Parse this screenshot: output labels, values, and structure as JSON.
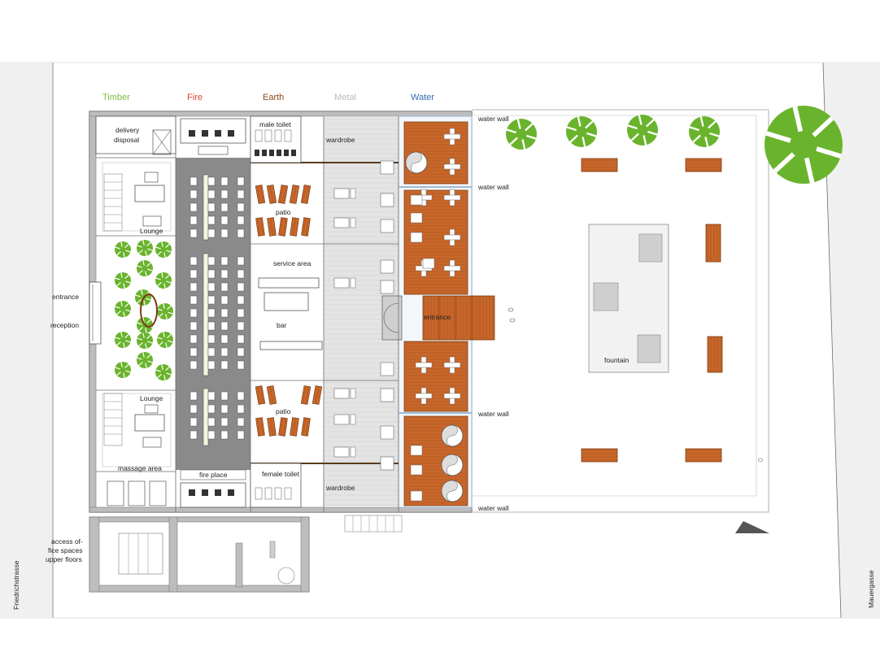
{
  "colors": {
    "timber": "#7dbb42",
    "fire": "#d9472b",
    "earth": "#8a4b1c",
    "metal": "#b9b9b9",
    "water": "#2f6db3",
    "tree": "#6ab42d",
    "wood": "#c8672a",
    "fire_band": "#8a8a8a",
    "metal_band": "#e2e2e2"
  },
  "zones": {
    "timber": "Timber",
    "fire": "Fire",
    "earth": "Earth",
    "metal": "Metal",
    "water": "Water"
  },
  "rooms": {
    "delivery_disposal": [
      "delivery",
      "disposal"
    ],
    "male_toilet": "male toilet",
    "wardrobe_top": "wardrobe",
    "patio_top": "patio",
    "service_area": "service area",
    "bar": "bar",
    "patio_bottom": "patio",
    "female_toilet": "female toilet",
    "wardrobe_bottom": "wardrobe",
    "lounge_top": "Lounge",
    "entrance_west": "entrance",
    "reception": "reception",
    "lounge_bottom": "Lounge",
    "massage_area": "massage area",
    "fire_place": "fire place",
    "entrance_east": "entrance",
    "access_office": [
      "access of-",
      "fice spaces",
      "upper floors"
    ],
    "fountain": "fountain"
  },
  "water_walls": [
    "water wall",
    "water wall",
    "water wall",
    "water wall"
  ],
  "streets": {
    "west": "Friedrichstrasse",
    "east": "Mauergasse"
  },
  "icons": [
    "tree-icon",
    "bench-icon",
    "chair-icon",
    "table-icon",
    "yin-yang-icon",
    "north-arrow-icon",
    "stair-icon"
  ]
}
